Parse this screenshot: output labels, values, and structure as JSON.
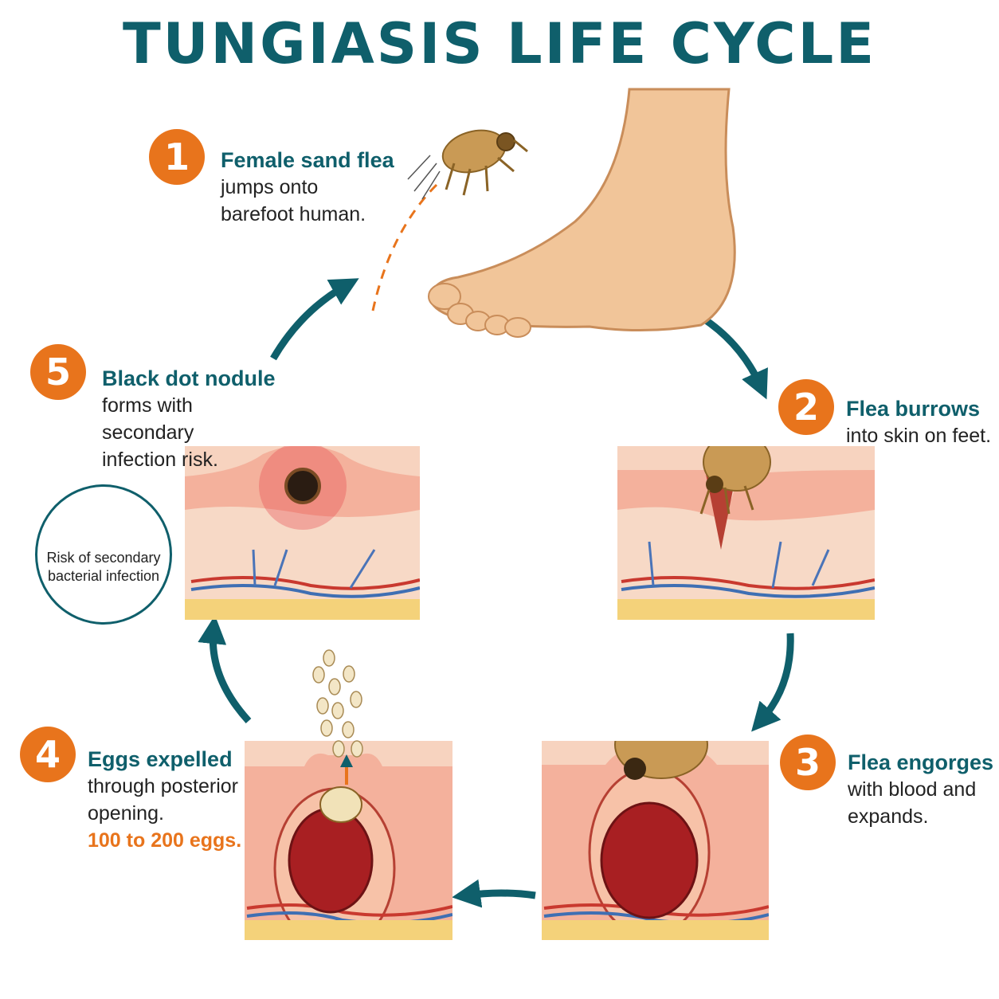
{
  "title": "TUNGIASIS LIFE CYCLE",
  "steps": [
    {
      "number": "1",
      "heading": "Female sand flea",
      "lines": [
        "jumps onto",
        "barefoot human."
      ]
    },
    {
      "number": "2",
      "heading": "Flea burrows",
      "lines": [
        "into skin on feet."
      ]
    },
    {
      "number": "3",
      "heading": "Flea engorges",
      "lines": [
        "with blood and",
        "expands."
      ]
    },
    {
      "number": "4",
      "heading": "Eggs expelled",
      "lines": [
        "through posterior",
        "opening."
      ],
      "note": "100 to 200 eggs."
    },
    {
      "number": "5",
      "heading": "Black dot nodule",
      "lines": [
        "forms with",
        "secondary",
        "infection risk."
      ]
    }
  ],
  "risk_badge": {
    "lines": [
      "Risk of secondary",
      "bacterial infection"
    ],
    "icon": "warning-triangle-icon"
  },
  "colors": {
    "teal": "#0f5f6b",
    "orange": "#e8741c",
    "skin": "#f2a98f",
    "blood": "#b32a26",
    "fat": "#f4d27a"
  }
}
